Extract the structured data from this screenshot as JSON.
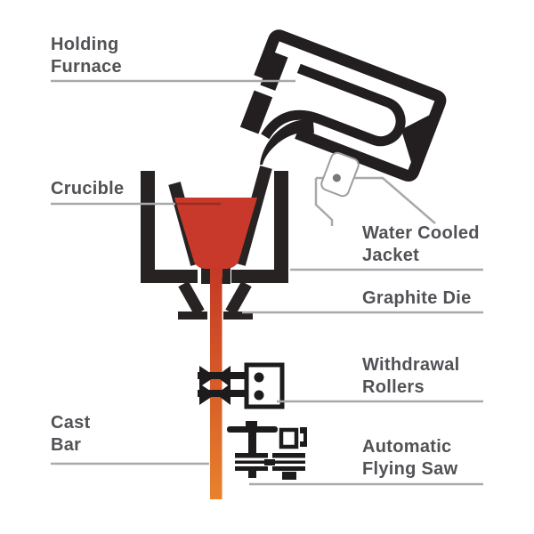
{
  "diagram": {
    "title_implicit": "Continuous casting process diagram",
    "labels": {
      "holding_furnace": {
        "line1": "Holding",
        "line2": "Furnace"
      },
      "crucible": {
        "line1": "Crucible"
      },
      "water_cooled_jacket": {
        "line1": "Water Cooled",
        "line2": "Jacket"
      },
      "graphite_die": {
        "line1": "Graphite Die"
      },
      "withdrawal_rollers": {
        "line1": "Withdrawal",
        "line2": "Rollers"
      },
      "cast_bar": {
        "line1": "Cast",
        "line2": "Bar"
      },
      "automatic_flying_saw": {
        "line1": "Automatic",
        "line2": "Flying Saw"
      }
    },
    "colors": {
      "machine_dark": "#231f20",
      "jacket_dark": "#272323",
      "molten_red": "#c9392b",
      "bar_gradient_top": "#c43826",
      "bar_gradient_bottom": "#e8822c",
      "label_text": "#515256",
      "leader_line": "#a7a9ac",
      "pivot_outline": "#9d9ea1",
      "pivot_dot": "#77787b"
    }
  }
}
